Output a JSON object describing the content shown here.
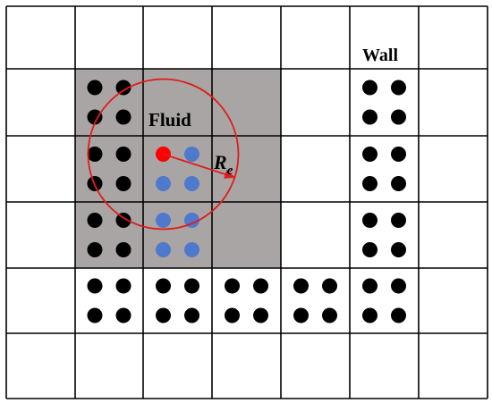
{
  "labels": {
    "fluid": "Fluid",
    "wall": "Wall",
    "radius_symbol": "R",
    "radius_subscript": "e"
  },
  "grid": {
    "rows": 6,
    "cols": 7
  },
  "fluid_region": {
    "cells": [
      [
        1,
        1
      ],
      [
        1,
        2
      ],
      [
        1,
        3
      ],
      [
        2,
        1
      ],
      [
        2,
        2
      ],
      [
        2,
        3
      ],
      [
        3,
        1
      ],
      [
        3,
        2
      ],
      [
        3,
        3
      ]
    ]
  },
  "particles": {
    "wall_cells": [
      [
        1,
        1
      ],
      [
        2,
        1
      ],
      [
        3,
        1
      ],
      [
        1,
        5
      ],
      [
        2,
        5
      ],
      [
        3,
        5
      ],
      [
        4,
        1
      ],
      [
        4,
        2
      ],
      [
        4,
        3
      ],
      [
        4,
        4
      ],
      [
        4,
        5
      ]
    ],
    "neighbor_cells": [
      [
        2,
        2
      ],
      [
        3,
        2
      ]
    ],
    "target_particle": {
      "row": 2,
      "col": 2,
      "index": 0
    }
  },
  "colors": {
    "grid_line": "#000000",
    "fluid_fill": "#aaa5a5",
    "wall_particle": "#000000",
    "neighbor_particle": "#4f79cc",
    "target_particle": "#ff0000",
    "influence_circle": "#e01b1b"
  }
}
